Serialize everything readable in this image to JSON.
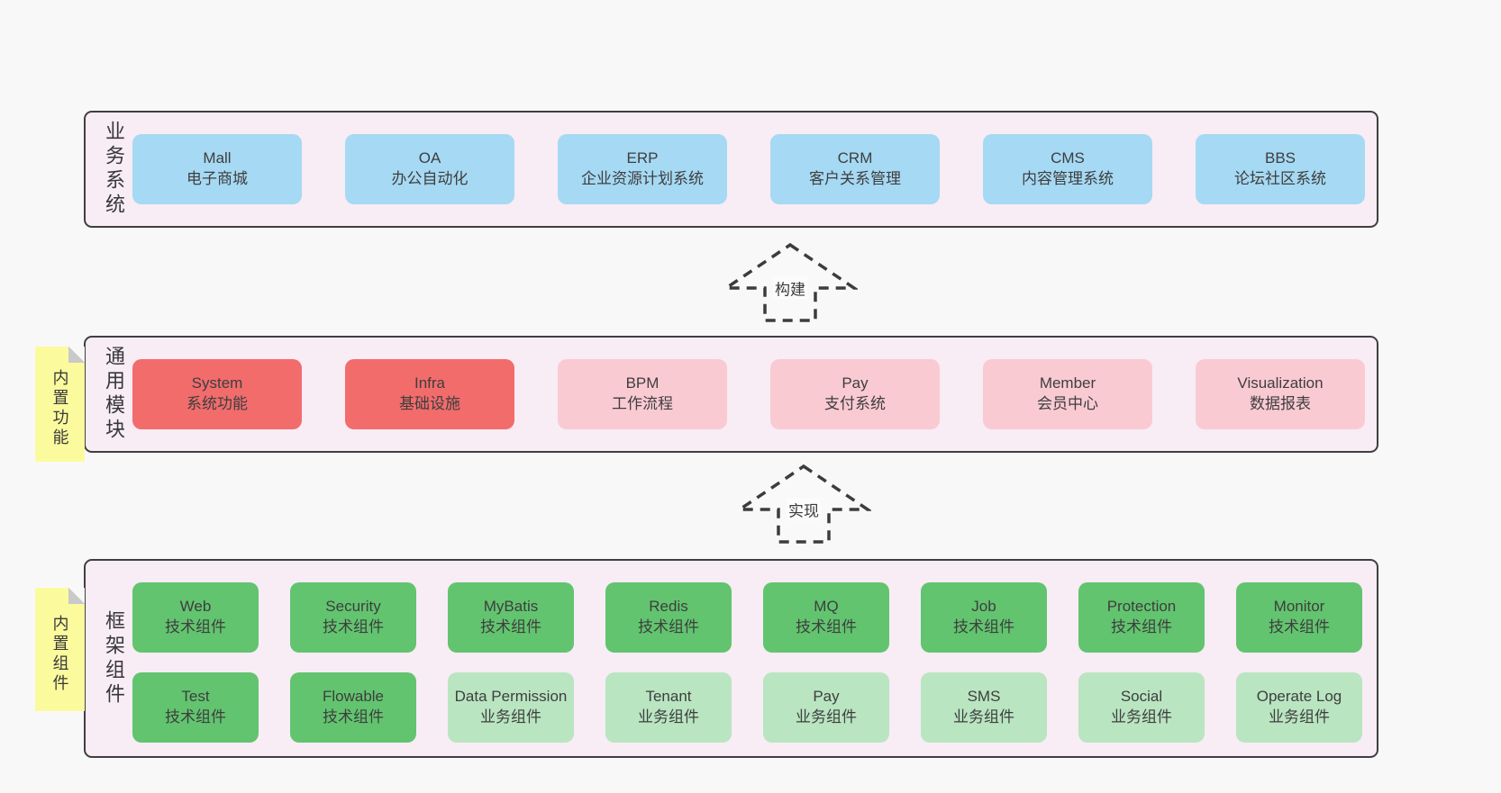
{
  "arrows": [
    {
      "label": "构建"
    },
    {
      "label": "实现"
    }
  ],
  "layers": [
    {
      "label": "业务系统",
      "boxes": [
        {
          "title": "Mall",
          "subtitle": "电子商城"
        },
        {
          "title": "OA",
          "subtitle": "办公自动化"
        },
        {
          "title": "ERP",
          "subtitle": "企业资源计划系统"
        },
        {
          "title": "CRM",
          "subtitle": "客户关系管理"
        },
        {
          "title": "CMS",
          "subtitle": "内容管理系统"
        },
        {
          "title": "BBS",
          "subtitle": "论坛社区系统"
        }
      ]
    },
    {
      "label": "通用模块",
      "sticky": "内置功能",
      "boxes": [
        {
          "title": "System",
          "subtitle": "系统功能"
        },
        {
          "title": "Infra",
          "subtitle": "基础设施"
        },
        {
          "title": "BPM",
          "subtitle": "工作流程"
        },
        {
          "title": "Pay",
          "subtitle": "支付系统"
        },
        {
          "title": "Member",
          "subtitle": "会员中心"
        },
        {
          "title": "Visualization",
          "subtitle": "数据报表"
        }
      ]
    },
    {
      "label": "框架组件",
      "sticky": "内置组件",
      "row1": [
        {
          "title": "Web",
          "subtitle": "技术组件"
        },
        {
          "title": "Security",
          "subtitle": "技术组件"
        },
        {
          "title": "MyBatis",
          "subtitle": "技术组件"
        },
        {
          "title": "Redis",
          "subtitle": "技术组件"
        },
        {
          "title": "MQ",
          "subtitle": "技术组件"
        },
        {
          "title": "Job",
          "subtitle": "技术组件"
        },
        {
          "title": "Protection",
          "subtitle": "技术组件"
        },
        {
          "title": "Monitor",
          "subtitle": "技术组件"
        }
      ],
      "row2": [
        {
          "title": "Test",
          "subtitle": "技术组件"
        },
        {
          "title": "Flowable",
          "subtitle": "技术组件"
        },
        {
          "title": "Data Permission",
          "subtitle": "业务组件"
        },
        {
          "title": "Tenant",
          "subtitle": "业务组件"
        },
        {
          "title": "Pay",
          "subtitle": "业务组件"
        },
        {
          "title": "SMS",
          "subtitle": "业务组件"
        },
        {
          "title": "Social",
          "subtitle": "业务组件"
        },
        {
          "title": "Operate Log",
          "subtitle": "业务组件"
        }
      ]
    }
  ],
  "colors": {
    "page_bg": "#f8f8f8",
    "layer_bg": "#f8ecf5",
    "layer_border": "#3f3f3f",
    "business_box": "#a6d9f3",
    "core_module_box": "#f26c6c",
    "optional_module_box": "#facad3",
    "tech_component_box": "#62c46f",
    "biz_component_box": "#b9e5c1",
    "sticky_note": "#fbfb9e",
    "sticky_fold": "#c9c9c9",
    "text": "#3d3d3d"
  }
}
